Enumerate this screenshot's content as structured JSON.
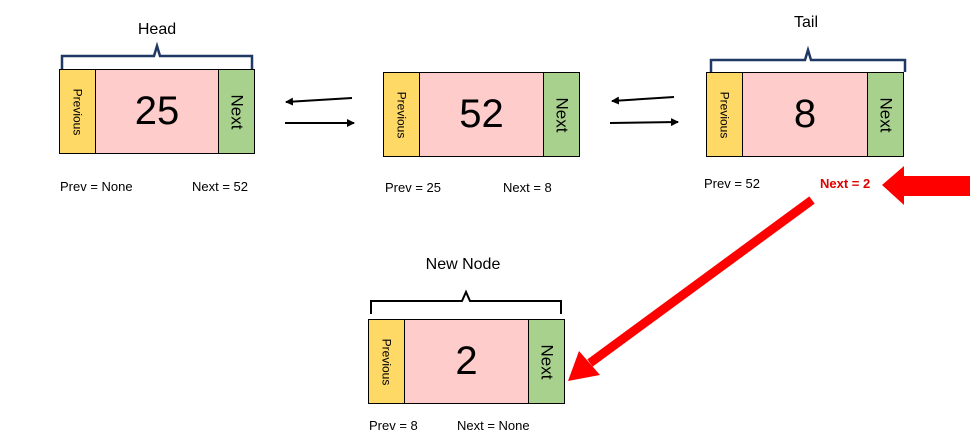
{
  "nodes": {
    "head": {
      "title": "Head",
      "previous_label": "Previous",
      "value": "25",
      "next_label": "Next",
      "prev_caption": "Prev = None",
      "next_caption": "Next = 52"
    },
    "middle": {
      "previous_label": "Previous",
      "value": "52",
      "next_label": "Next",
      "prev_caption": "Prev = 25",
      "next_caption": "Next = 8"
    },
    "tail": {
      "title": "Tail",
      "previous_label": "Previous",
      "value": "8",
      "next_label": "Next",
      "prev_caption": "Prev = 52",
      "next_caption": "Next = 2"
    },
    "new_node": {
      "title": "New Node",
      "previous_label": "Previous",
      "value": "2",
      "next_label": "Next",
      "prev_caption": "Prev = 8",
      "next_caption": "Next = None"
    }
  },
  "colors": {
    "previous_cell": "#ffd966",
    "value_cell": "#ffcccc",
    "next_cell": "#a9d18e",
    "bracket": "#1f3864",
    "highlight": "#e00000"
  }
}
